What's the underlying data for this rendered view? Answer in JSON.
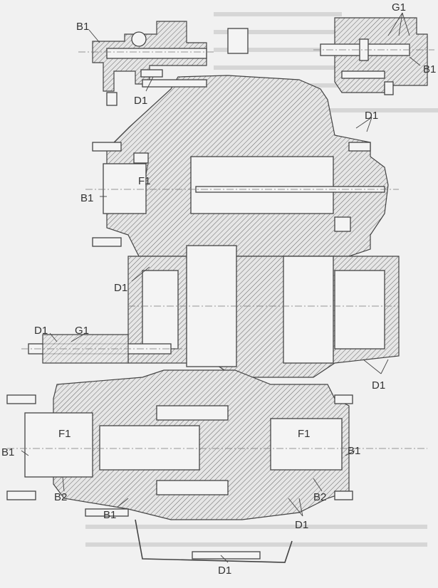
{
  "figure": {
    "type": "gearbox-section-drawing",
    "labels": {
      "inset_left_b1": "B1",
      "inset_left_d1": "D1",
      "inset_right_g1": "G1",
      "inset_right_b1": "B1",
      "top_right_d1": "D1",
      "upper_f1": "F1",
      "upper_b1": "B1",
      "mid_d1": "D1",
      "left_d1": "D1",
      "left_g1": "G1",
      "right_d1": "D1",
      "lower_left_f1": "F1",
      "lower_right_f1": "F1",
      "lower_left_b1": "B1",
      "lower_right_b1": "B1",
      "lower_left_b2": "B2",
      "lower_right_b2": "B2",
      "bottom_b1": "B1",
      "bottom_right_d1": "D1",
      "bottom_d1": "D1"
    }
  }
}
